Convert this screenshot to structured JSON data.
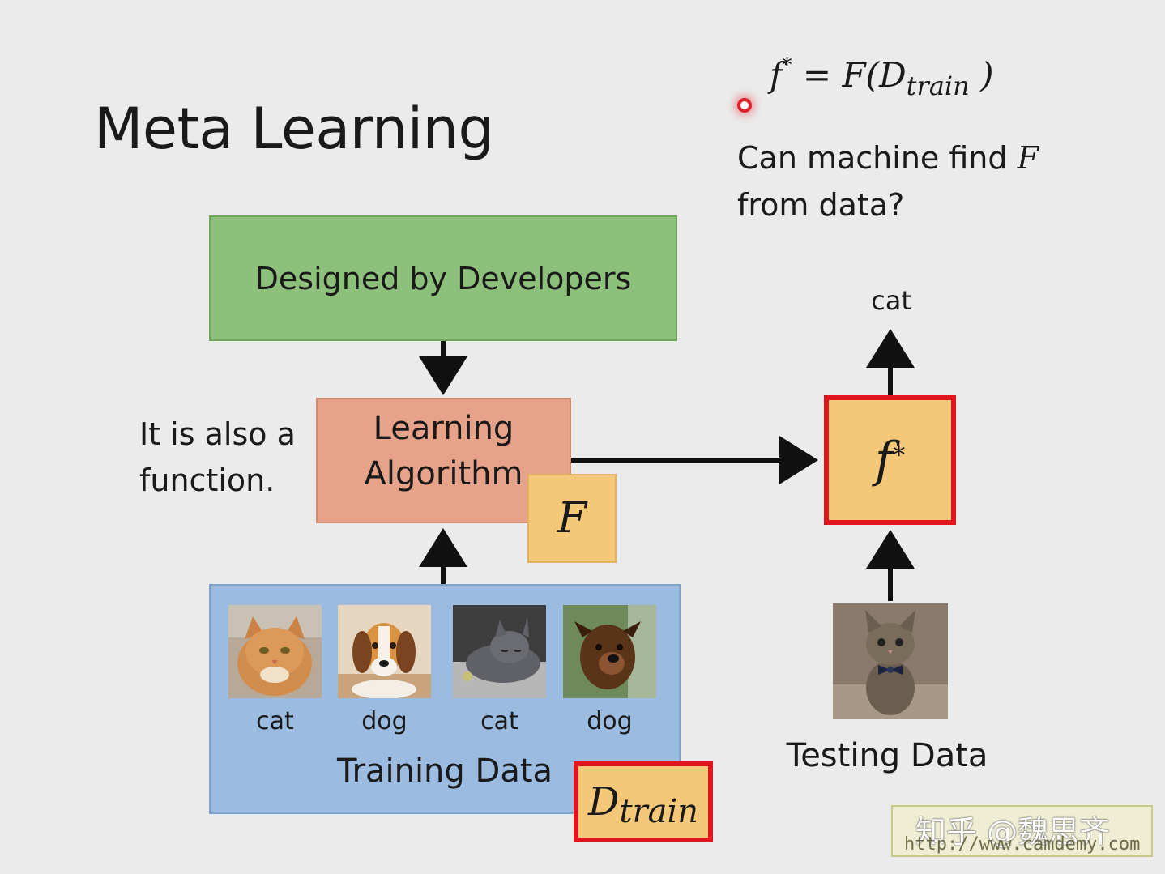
{
  "title": "Meta Learning",
  "formula": {
    "lhs": "f",
    "lhs_sup": "*",
    "rhs_open": "= F(D",
    "rhs_sub": "train",
    "rhs_close": ")"
  },
  "question": {
    "line1": "Can machine find",
    "line1_symbol": "F",
    "line2": "from data?"
  },
  "designed_by": "Designed by Developers",
  "learning_algorithm": {
    "line1": "Learning",
    "line2": "Algorithm"
  },
  "F_symbol": "F",
  "also_function": {
    "line1": "It is also a",
    "line2": "function."
  },
  "training_data": {
    "label": "Training Data",
    "samples": [
      {
        "label": "cat",
        "icon": "cat-photo"
      },
      {
        "label": "dog",
        "icon": "dog-photo"
      },
      {
        "label": "cat",
        "icon": "cat-photo"
      },
      {
        "label": "dog",
        "icon": "dog-photo"
      }
    ]
  },
  "dtrain": {
    "base": "D",
    "sub": "train"
  },
  "fstar": {
    "base": "f",
    "sup": "*"
  },
  "output_label": "cat",
  "testing_data_label": "Testing Data",
  "watermark": {
    "overlay": "知乎 @魏思齐",
    "url": "http://www.camdemy.com"
  },
  "colors": {
    "green_box": "#8dc07a",
    "salmon_box": "#e6a38a",
    "yellow_box": "#f4c878",
    "blue_box": "#9cbbe0",
    "highlight_red": "#e0151d"
  }
}
